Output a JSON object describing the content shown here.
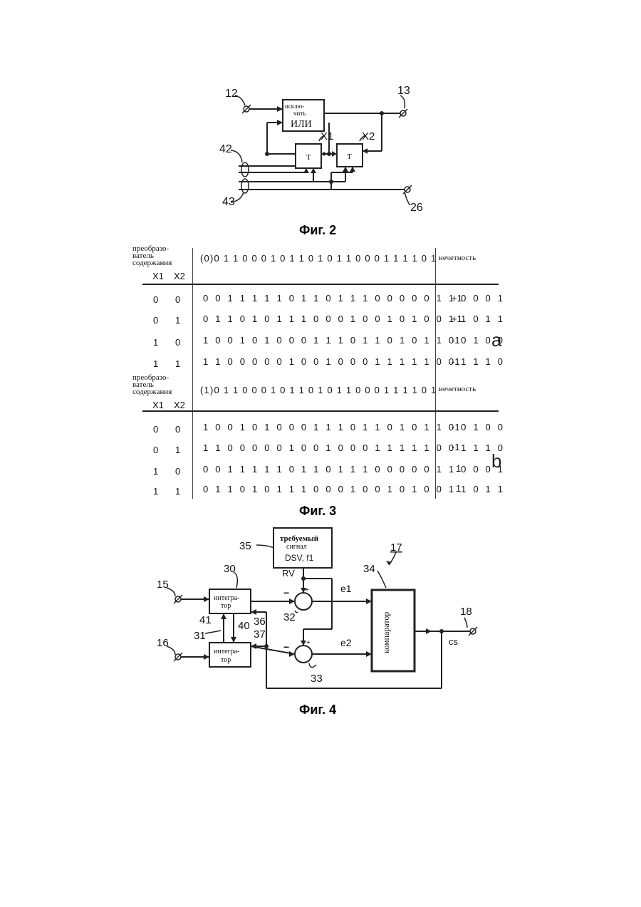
{
  "fig2": {
    "caption": "Фиг. 2",
    "xor_label_top": "исклю-",
    "xor_label_mid": "чить",
    "xor_label_bot": "ИЛИ",
    "ff_label": "T",
    "refs": [
      "12",
      "13",
      "42",
      "43",
      "26",
      "X1",
      "X2"
    ]
  },
  "fig3": {
    "caption": "Фиг. 3",
    "header_line1": "преобразо-",
    "header_line2": "ватель",
    "header_line3": "содержания",
    "col_x1": "X1",
    "col_x2": "X2",
    "parity_label": "нечетность",
    "part_a": {
      "tag": "a",
      "sequence": "(0)0 1 1 0 0 0 1 0 1 1 0 1 0 1 1 0 0 0 1 1 1 1 0 1",
      "rows": [
        {
          "x1": "0",
          "x2": "0",
          "bits": "0 0 1 1 1 1 1 0 1 1 0 1 1 1 0 0 0 0 0 1 1 0 0 0 1",
          "parity": "+1"
        },
        {
          "x1": "0",
          "x2": "1",
          "bits": "0 1 1 0 1 0 1 1 1 0 0 0 1 0 0 1 0 1 0 0 1 1 0 1 1",
          "parity": "+1"
        },
        {
          "x1": "1",
          "x2": "0",
          "bits": "1 0 0 1 0 1 0 0 0 1 1 1 0 1 1 0 1 0 1 1 0 0 1 0 0",
          "parity": "-1"
        },
        {
          "x1": "1",
          "x2": "1",
          "bits": "1 1 0 0 0 0 0 1 0 0 1 0 0 0 1 1 1 1 1 0 0 1 1 1 0",
          "parity": "-1"
        }
      ]
    },
    "part_b": {
      "tag": "b",
      "sequence": "(1)0 1 1 0 0 0 1 0 1 1 0 1 0 1 1 0 0 0 1 1 1 1 0 1",
      "rows": [
        {
          "x1": "0",
          "x2": "0",
          "bits": "1 0 0 1 0 1 0 0 0 1 1 1 0 1 1 0 1 0 1 1 0 0 1 0 0",
          "parity": "-1"
        },
        {
          "x1": "0",
          "x2": "1",
          "bits": "1 1 0 0 0 0 0 1 0 0 1 0 0 0 1 1 1 1 1 0 0 1 1 1 0",
          "parity": "-1"
        },
        {
          "x1": "1",
          "x2": "0",
          "bits": "0 0 1 1 1 1 1 0 1 1 0 1 1 1 0 0 0 0 0 1 1 0 0 0 1",
          "parity": "1"
        },
        {
          "x1": "1",
          "x2": "1",
          "bits": "0 1 1 0 1 0 1 1 1 0 0 0 1 0 0 1 0 1 0 0 1 1 0 1 1",
          "parity": "1"
        }
      ]
    }
  },
  "fig4": {
    "caption": "Фиг. 4",
    "req_signal_l1": "требуемый",
    "req_signal_l2": "сигнал",
    "req_signal_l3": "DSV, f1",
    "integrator_l1": "интегра-",
    "integrator_l2": "тор",
    "comparator": "компаратор",
    "rv": "RV",
    "e1": "e1",
    "e2": "e2",
    "cs": "cs",
    "refs": [
      "35",
      "17",
      "34",
      "30",
      "15",
      "32",
      "31",
      "41",
      "40",
      "36",
      "37",
      "16",
      "33",
      "18"
    ]
  }
}
